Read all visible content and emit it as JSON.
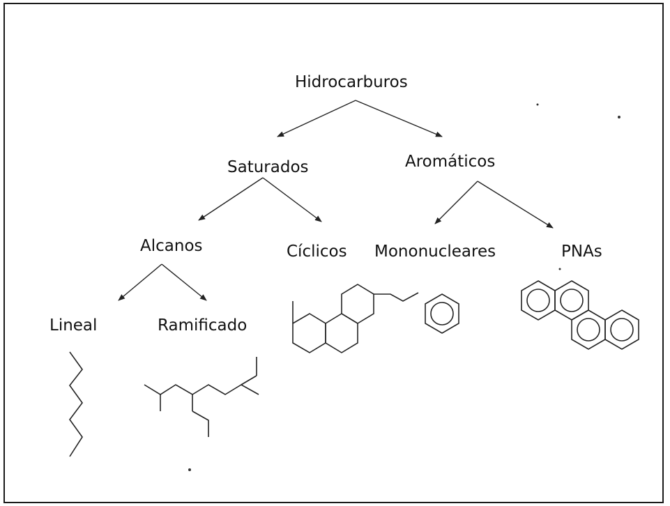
{
  "diagram": {
    "nodes": {
      "root": "Hidrocarburos",
      "saturados": "Saturados",
      "aromaticos": "Aromáticos",
      "alcanos": "Alcanos",
      "ciclicos": "Cíclicos",
      "mononucleares": "Mononucleares",
      "pnas": "PNAs",
      "lineal": "Lineal",
      "ramificado": "Ramificado"
    },
    "edges": [
      [
        "root",
        "saturados"
      ],
      [
        "root",
        "aromaticos"
      ],
      [
        "saturados",
        "alcanos"
      ],
      [
        "saturados",
        "ciclicos"
      ],
      [
        "aromaticos",
        "mononucleares"
      ],
      [
        "aromaticos",
        "pnas"
      ],
      [
        "alcanos",
        "lineal"
      ],
      [
        "alcanos",
        "ramificado"
      ]
    ],
    "structures": [
      "linear-alkane-icon",
      "branched-alkane-icon",
      "cyclic-alkane-icon",
      "benzene-icon",
      "chrysene-icon"
    ]
  }
}
